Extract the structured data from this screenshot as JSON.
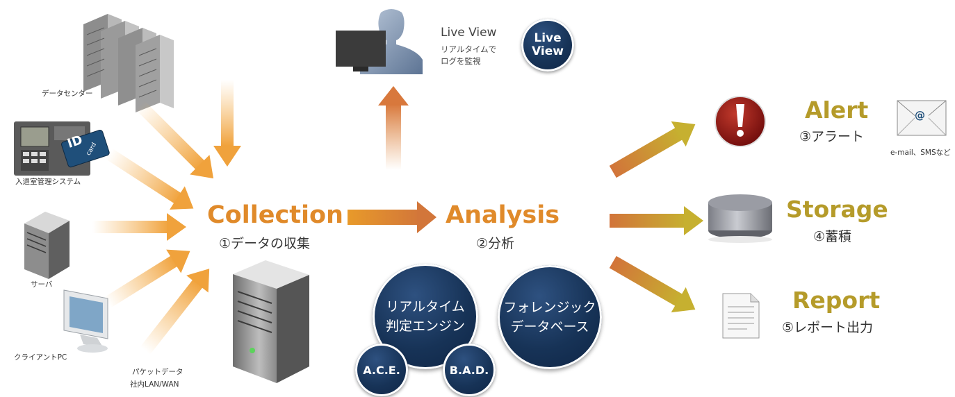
{
  "sources": {
    "datacenter": "データセンター",
    "entry_system": "入退室管理システム",
    "id_card": "ID",
    "id_card_sub": "card",
    "server": "サーバ",
    "client_pc": "クライアントPC",
    "packet_data": "パケットデータ",
    "lan_wan": "社内LAN/WAN"
  },
  "stages": {
    "collection_title": "Collection",
    "collection_sub": "①データの収集",
    "analysis_title": "Analysis",
    "analysis_sub": "②分析"
  },
  "liveview": {
    "title": "Live View",
    "line1": "リアルタイムで",
    "line2": "ログを監視",
    "badge_line1": "Live",
    "badge_line2": "View"
  },
  "engines": {
    "realtime_line1": "リアルタイム",
    "realtime_line2": "判定エンジン",
    "forensic_line1": "フォレンジック",
    "forensic_line2": "データベース",
    "ace": "A.C.E.",
    "bad": "B.A.D."
  },
  "outputs": {
    "alert_title": "Alert",
    "alert_sub": "③アラート",
    "alert_channels": "e-mail、SMSなど",
    "mail_symbol": "@",
    "storage_title": "Storage",
    "storage_sub": "④蓄積",
    "report_title": "Report",
    "report_sub": "⑤レポート出力"
  },
  "colors": {
    "collection_orange": "#e08a2a",
    "output_gold": "#b59b2a",
    "circle_navy": "#173357",
    "alert_red": "#8c1010"
  }
}
